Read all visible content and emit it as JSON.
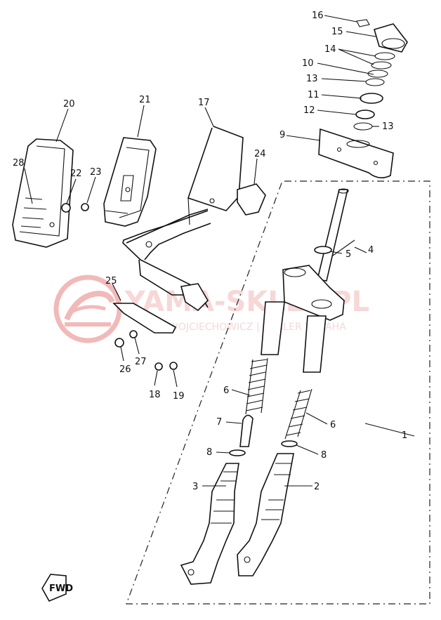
{
  "watermark": {
    "brand": "YAMA-SKLEP.PL",
    "tagline": "WOJCIECHOWICZ | DEALER YAMAHA",
    "color": "#e98080"
  },
  "fwd_label": "FWD",
  "callouts": [
    {
      "id": "c1",
      "text": "1"
    },
    {
      "id": "c2",
      "text": "2"
    },
    {
      "id": "c3",
      "text": "3"
    },
    {
      "id": "c4",
      "text": "4"
    },
    {
      "id": "c5",
      "text": "5"
    },
    {
      "id": "c6a",
      "text": "6"
    },
    {
      "id": "c6b",
      "text": "6"
    },
    {
      "id": "c7",
      "text": "7"
    },
    {
      "id": "c8a",
      "text": "8"
    },
    {
      "id": "c8b",
      "text": "8"
    },
    {
      "id": "c9",
      "text": "9"
    },
    {
      "id": "c10",
      "text": "10"
    },
    {
      "id": "c11",
      "text": "11"
    },
    {
      "id": "c12",
      "text": "12"
    },
    {
      "id": "c13a",
      "text": "13"
    },
    {
      "id": "c13b",
      "text": "13"
    },
    {
      "id": "c14",
      "text": "14"
    },
    {
      "id": "c15",
      "text": "15"
    },
    {
      "id": "c16",
      "text": "16"
    },
    {
      "id": "c17",
      "text": "17"
    },
    {
      "id": "c18",
      "text": "18"
    },
    {
      "id": "c19",
      "text": "19"
    },
    {
      "id": "c20",
      "text": "20"
    },
    {
      "id": "c21",
      "text": "21"
    },
    {
      "id": "c22",
      "text": "22"
    },
    {
      "id": "c23",
      "text": "23"
    },
    {
      "id": "c24",
      "text": "24"
    },
    {
      "id": "c25",
      "text": "25"
    },
    {
      "id": "c26",
      "text": "26"
    },
    {
      "id": "c27",
      "text": "27"
    },
    {
      "id": "c28",
      "text": "28"
    }
  ]
}
